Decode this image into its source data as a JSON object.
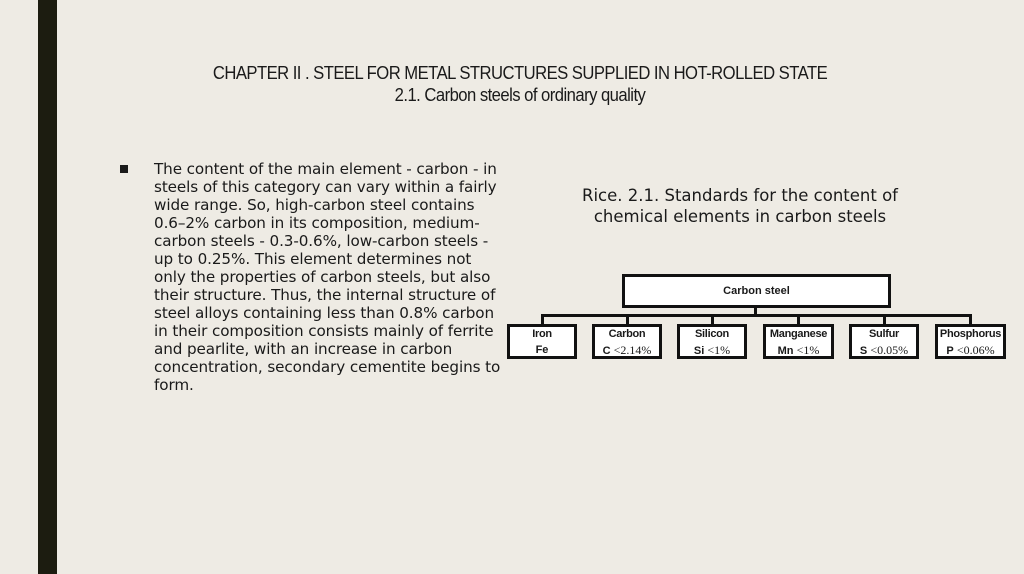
{
  "slide": {
    "title_line1": "CHAPTER II . STEEL FOR METAL STRUCTURES SUPPLIED IN HOT-ROLLED STATE",
    "title_line2": "2.1. Carbon steels of ordinary quality",
    "accent_bar_color": "#1c1c10",
    "background_color": "#eeebe4"
  },
  "body": {
    "bullet_icon": "square-bullet-icon",
    "paragraph": "The content of the main element - carbon - in steels of this category can vary within a fairly wide range. So, high-carbon steel contains 0.6–2% carbon in its composition, medium-carbon steels - 0.3-0.6%, low-carbon steels - up to 0.25%. This element determines not only the properties of carbon steels, but also their structure. Thus, the internal structure of steel alloys containing less than 0.8% carbon in their composition consists mainly of ferrite and pearlite, with an increase in carbon concentration, secondary cementite begins to form."
  },
  "figure": {
    "caption_line1": "Rice. 2.1. Standards for the content of",
    "caption_line2": "chemical elements in carbon steels",
    "root": "Carbon steel",
    "children": [
      {
        "name": "Iron",
        "symbol": "Fe",
        "limit": ""
      },
      {
        "name": "Carbon",
        "symbol": "C",
        "limit": "<2.14%"
      },
      {
        "name": "Silicon",
        "symbol": "Si",
        "limit": "<1%"
      },
      {
        "name": "Manganese",
        "symbol": "Mn",
        "limit": "<1%"
      },
      {
        "name": "Sulfur",
        "symbol": "S",
        "limit": "<0.05%"
      },
      {
        "name": "Phosphorus",
        "symbol": "P",
        "limit": "<0.06%"
      }
    ]
  }
}
